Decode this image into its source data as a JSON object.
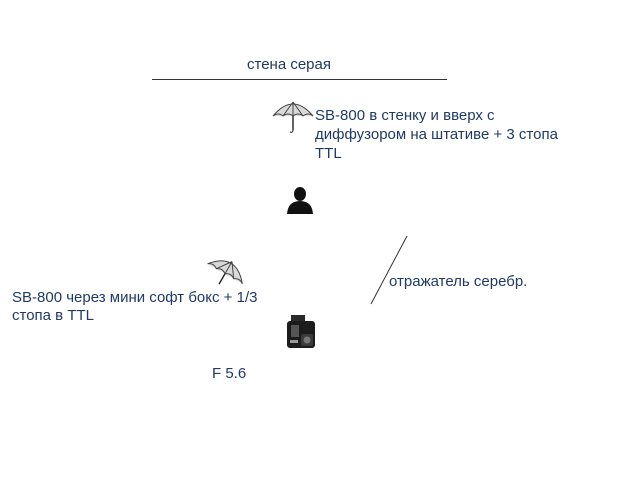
{
  "wall": {
    "label": "стена серая"
  },
  "flash_top": {
    "icon": "umbrella-icon",
    "label_line1": "SB-800 в стенку и вверх с",
    "label_line2": "диффузором на штативе + 3 стопа",
    "label_line3": "TTL"
  },
  "subject": {
    "icon": "person-icon"
  },
  "flash_left": {
    "icon": "umbrella-icon",
    "label_line1": "SB-800 через мини софт бокс + 1/3",
    "label_line2": "стопа в TTL"
  },
  "camera": {
    "icon": "camera-icon"
  },
  "aperture": {
    "label": "F 5.6"
  },
  "reflector": {
    "label": "отражатель серебр."
  },
  "colors": {
    "text": "#1f3a66",
    "lines": "#333333",
    "subject": "#111111"
  }
}
